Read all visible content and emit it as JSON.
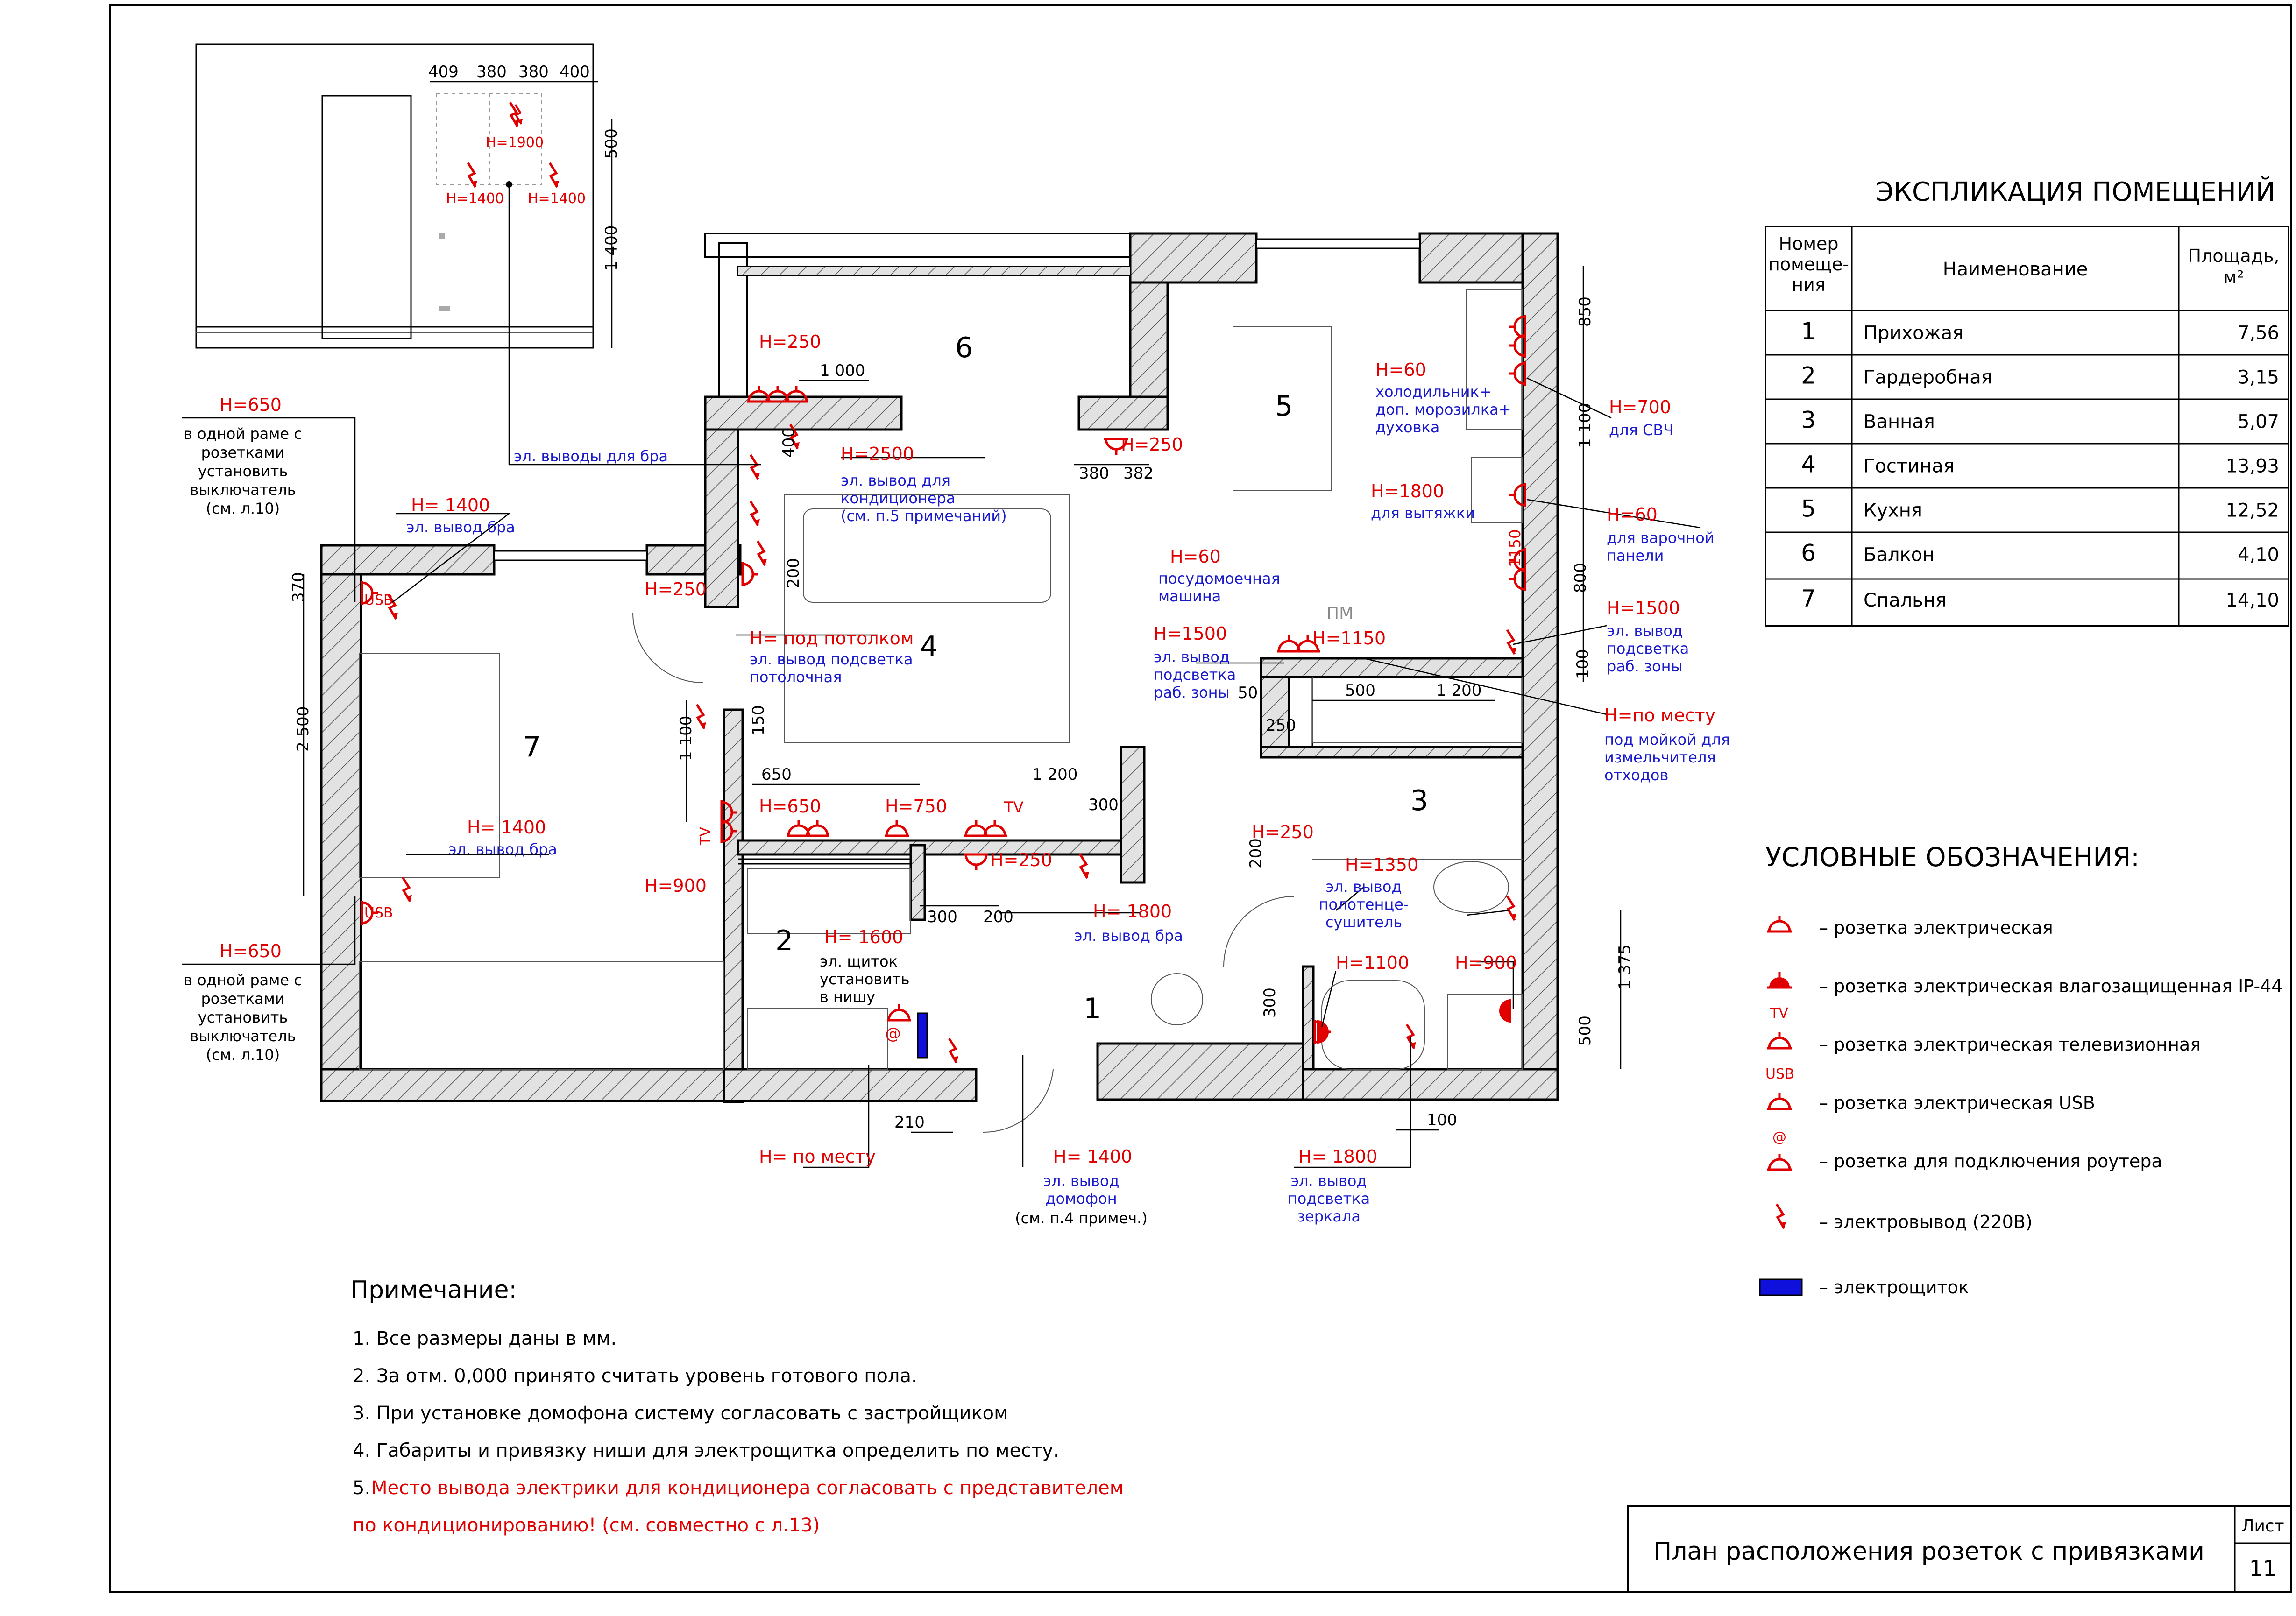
{
  "explication": {
    "title": "ЭКСПЛИКАЦИЯ ПОМЕЩЕНИЙ",
    "headers": [
      "Номер помеще- ния",
      "Наименование",
      "Площадь, м²"
    ],
    "rows": [
      {
        "num": "1",
        "name": "Прихожая",
        "area": "7,56"
      },
      {
        "num": "2",
        "name": "Гардеробная",
        "area": "3,15"
      },
      {
        "num": "3",
        "name": "Ванная",
        "area": "5,07"
      },
      {
        "num": "4",
        "name": "Гостиная",
        "area": "13,93"
      },
      {
        "num": "5",
        "name": "Кухня",
        "area": "12,52"
      },
      {
        "num": "6",
        "name": "Балкон",
        "area": "4,10"
      },
      {
        "num": "7",
        "name": "Спальня",
        "area": "14,10"
      }
    ]
  },
  "legend": {
    "title": "УСЛОВНЫЕ ОБОЗНАЧЕНИЯ:",
    "items": [
      {
        "icon": "socket-icon",
        "label": "– розетка электрическая"
      },
      {
        "icon": "socket-ip44-icon",
        "label": "– розетка электрическая влагозащищенная IP-44"
      },
      {
        "icon": "socket-tv-icon",
        "tag": "TV",
        "label": "– розетка электрическая телевизионная"
      },
      {
        "icon": "socket-usb-icon",
        "tag": "USB",
        "label": "– розетка электрическая USB"
      },
      {
        "icon": "socket-router-icon",
        "tag": "@",
        "label": "– розетка для подключения роутера"
      },
      {
        "icon": "electric-outlet-icon",
        "label": "– электровывод (220В)"
      },
      {
        "icon": "electric-panel-icon",
        "label": "– электрощиток"
      }
    ]
  },
  "notes": {
    "title": "Примечание:",
    "items": [
      "1. Все размеры даны в мм.",
      "2. За отм. 0,000 принято считать уровень готового пола.",
      "3. При установке домофона систему согласовать с застройщиком",
      "4. Габариты и привязку ниши для электрощитка определить по месту."
    ],
    "item5_prefix": "5.",
    "item5_line1": "Место вывода электрики для кондиционера согласовать с представителем",
    "item5_line2": "по кондиционированию! (см. совместно с л.13)"
  },
  "title_block": {
    "title": "План расположения розеток с привязками",
    "sheet_label": "Лист",
    "sheet_number": "11"
  },
  "rooms": {
    "r1": "1",
    "r2": "2",
    "r3": "3",
    "r4": "4",
    "r5": "5",
    "r6": "6",
    "r7": "7"
  },
  "elevation": {
    "dims": [
      "409",
      "380",
      "380",
      "400",
      "500",
      "1 400"
    ],
    "h1900": "H=1900",
    "h1400a": "H=1400",
    "h1400b": "H=1400"
  },
  "plan": {
    "h650_top": "H=650",
    "frame_note_top": [
      "в одной раме с",
      "розетками",
      "установить",
      "выключатель",
      "(см. л.10)"
    ],
    "h650_bot": "H=650",
    "frame_note_bot": [
      "в одной раме с",
      "розетками",
      "установить",
      "выключатель",
      "(см. л.10)"
    ],
    "sconce_outlets": "эл. выводы для бра",
    "h1400_top": "H= 1400",
    "bra_top": "эл. вывод бра",
    "h1400_mid": "H= 1400",
    "bra_mid": "эл. вывод бра",
    "usb1": "USB",
    "usb2": "USB",
    "d370": "370",
    "d2500": "2 500",
    "h250_balcony": "H=250",
    "d1000": "1 000",
    "h2500": "H=2500",
    "ac_out": [
      "эл. вывод для",
      "кондиционера"
    ],
    "ac_note": "(см. п.5 примечаний)",
    "d400": "400",
    "d200a": "200",
    "h250_bed": "H=250",
    "ceiling_h": "H= под потолком",
    "ceiling_txt": [
      "эл. вывод подсветка",
      "потолочная"
    ],
    "d1100": "1 100",
    "d150": "150",
    "d650": "650",
    "d1200a": "1 200",
    "h650_liv": "H=650",
    "h750": "H=750",
    "tv1": "TV",
    "tv2": "TV",
    "d300a": "300",
    "h900": "H=900",
    "h250_liv": "H=250",
    "d300b": "300",
    "d200b": "200",
    "h1800_bra": "H= 1800",
    "bra_lr": "эл. вывод бра",
    "h1600": "H= 1600",
    "panel_note": [
      "эл. щиток",
      "установить",
      "в нишу"
    ],
    "router": "@",
    "h_place": "H= по месту",
    "d210": "210",
    "h1400_door": "H= 1400",
    "intercom": [
      "эл. вывод",
      "домофон"
    ],
    "intercom_note": "(см. п.4 примеч.)",
    "h250_kit": "H=250",
    "d380": "380",
    "d382": "382",
    "h60_fridge": "H=60",
    "fridge": [
      "холодильник+",
      "доп. морозилка+",
      "духовка"
    ],
    "h700": "H=700",
    "microwave": "для СВЧ",
    "d850": "850",
    "d1100k": "1 100",
    "h1800_hood": "H=1800",
    "hood": "для вытяжки",
    "h60_hob": "H=60",
    "hob": [
      "для варочной",
      "панели"
    ],
    "d1150v": "1150",
    "d800": "800",
    "h60_dw": "H=60",
    "dw": [
      "посудомоечная",
      "машина"
    ],
    "h1500_l": "H=1500",
    "work_l": [
      "эл. вывод",
      "подсветка",
      "раб. зоны"
    ],
    "h1150": "H=1150",
    "pm": "ПМ",
    "h1500_r": "H=1500",
    "work_r": [
      "эл. вывод",
      "подсветка",
      "раб. зоны"
    ],
    "d100k": "100",
    "d50": "50",
    "d250": "250",
    "d500a": "500",
    "d1200b": "1 200",
    "h_place_sink": "H=по месту",
    "sink": [
      "под мойкой для",
      "измельчителя",
      "отходов"
    ],
    "h250_bath": "H=250",
    "d200c": "200",
    "h1350": "H=1350",
    "towel": [
      "эл. вывод",
      "полотенце-",
      "сушитель"
    ],
    "h1100": "H=1100",
    "h900_bath": "H=900",
    "d1375": "1 375",
    "d500b": "500",
    "d300c": "300",
    "d100b": "100",
    "h1800_mirror": "H= 1800",
    "mirror": [
      "эл. вывод",
      "подсветка",
      "зеркала"
    ]
  }
}
